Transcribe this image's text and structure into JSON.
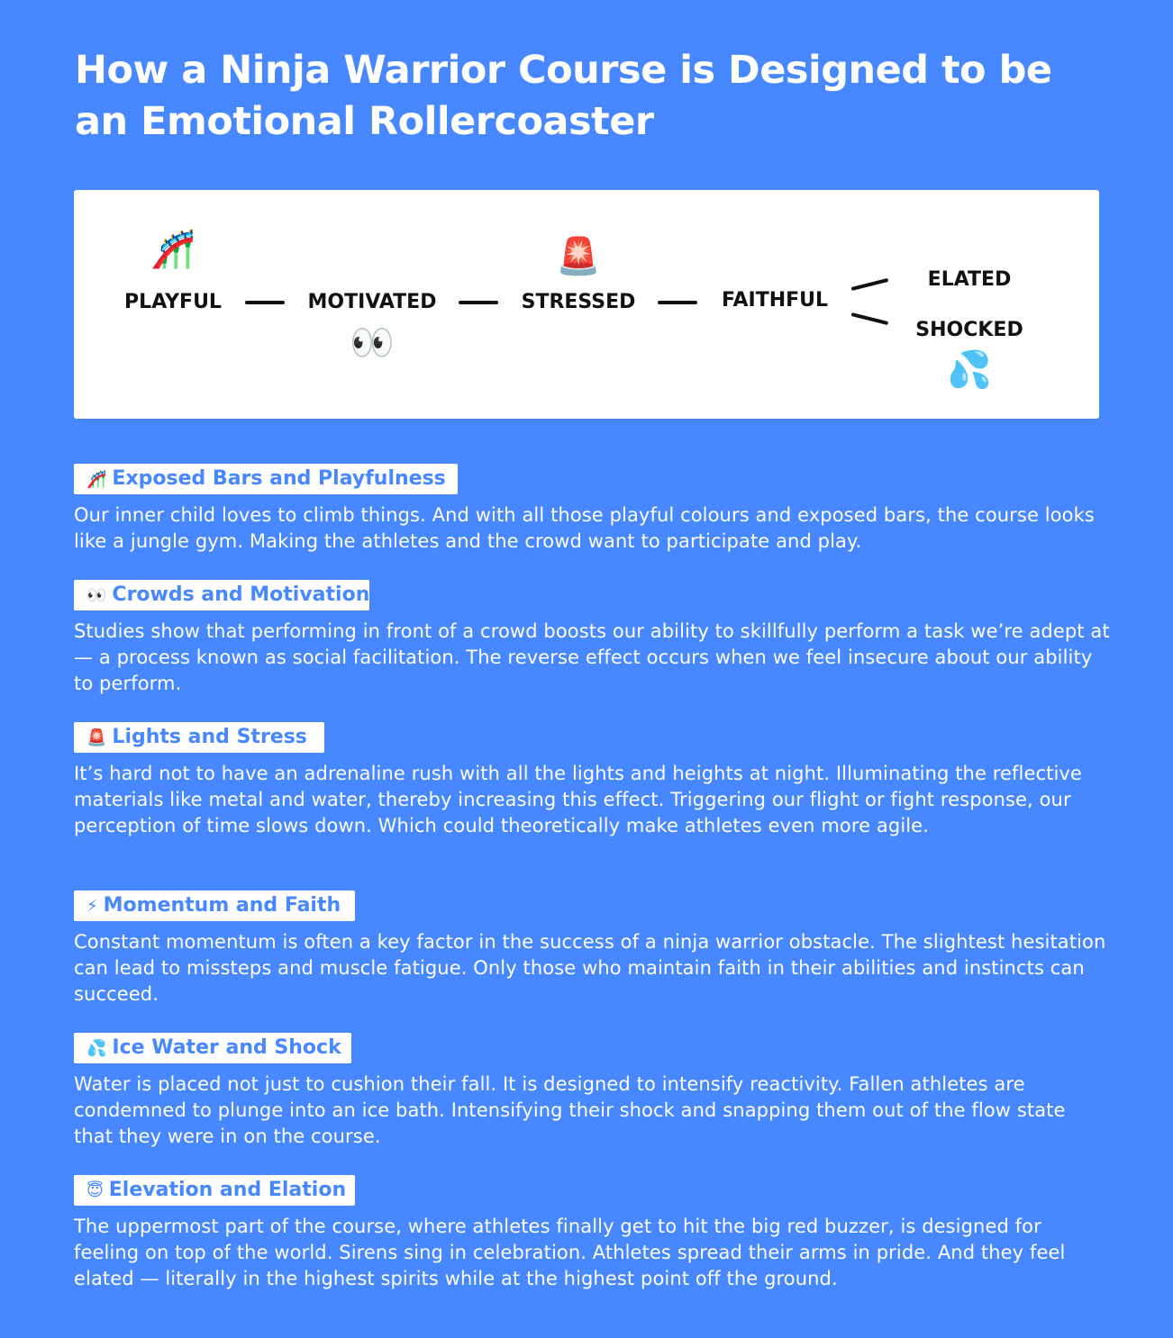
{
  "title": "How a Ninja Warrior Course is Designed to be an Emotional Rollercoaster",
  "diagram": {
    "nodes": [
      {
        "label": "PLAYFUL",
        "icon": "🎢",
        "icon_name": "roller-coaster-icon"
      },
      {
        "label": "MOTIVATED",
        "icon": "👀",
        "icon_name": "eyes-icon"
      },
      {
        "label": "STRESSED",
        "icon": "🚨",
        "icon_name": "siren-icon"
      },
      {
        "label": "FAITHFUL",
        "icon": "⚡",
        "icon_name": "lightning-icon"
      },
      {
        "label": "ELATED",
        "icon": "😇",
        "icon_name": "halo-smile-icon"
      },
      {
        "label": "SHOCKED",
        "icon": "💦",
        "icon_name": "sweat-droplets-icon"
      }
    ]
  },
  "sections": [
    {
      "icon": "🎢",
      "icon_name": "roller-coaster-icon",
      "heading": "Exposed Bars and Playfulness",
      "body": "Our inner child loves to climb things. And with all those playful colours and exposed bars, the course looks like a jungle gym. Making the athletes and the crowd want to participate and play."
    },
    {
      "icon": "👀",
      "icon_name": "eyes-icon",
      "heading": "Crowds and Motivation",
      "body": "Studies show that performing in front of a crowd boosts our ability to skillfully perform a task we’re adept at — a process known as social facilitation. The reverse effect occurs when we feel insecure about our ability to perform."
    },
    {
      "icon": "🚨",
      "icon_name": "siren-icon",
      "heading": "Lights and Stress",
      "body": "It’s hard not to have an adrenaline rush with all the lights and heights at night. Illuminating the reflective materials like metal and water, thereby increasing this effect. Triggering our flight or fight response, our perception of time slows down. Which could theoretically make athletes even more agile."
    },
    {
      "icon": "⚡",
      "icon_name": "lightning-icon",
      "heading": "Momentum and Faith",
      "body": "Constant momentum is often a key factor in the success of a ninja warrior obstacle. The slightest hesitation can lead to missteps and muscle fatigue. Only those who maintain faith in their abilities and instincts can succeed."
    },
    {
      "icon": "💦",
      "icon_name": "sweat-droplets-icon",
      "heading": "Ice Water and Shock",
      "body": "Water is placed not just to cushion their fall. It is designed to intensify reactivity. Fallen athletes are condemned to plunge into an ice bath. Intensifying their shock and snapping them out of the flow state that they were in on the course."
    },
    {
      "icon": "😇",
      "icon_name": "halo-smile-icon",
      "heading": "Elevation and Elation",
      "body": "The uppermost part of the course, where athletes finally get to hit the big red buzzer, is designed for feeling on top of the world. Sirens sing in celebration. Athletes spread their arms in pride. And they feel elated — literally in the highest spirits while at the highest point off the ground."
    }
  ]
}
